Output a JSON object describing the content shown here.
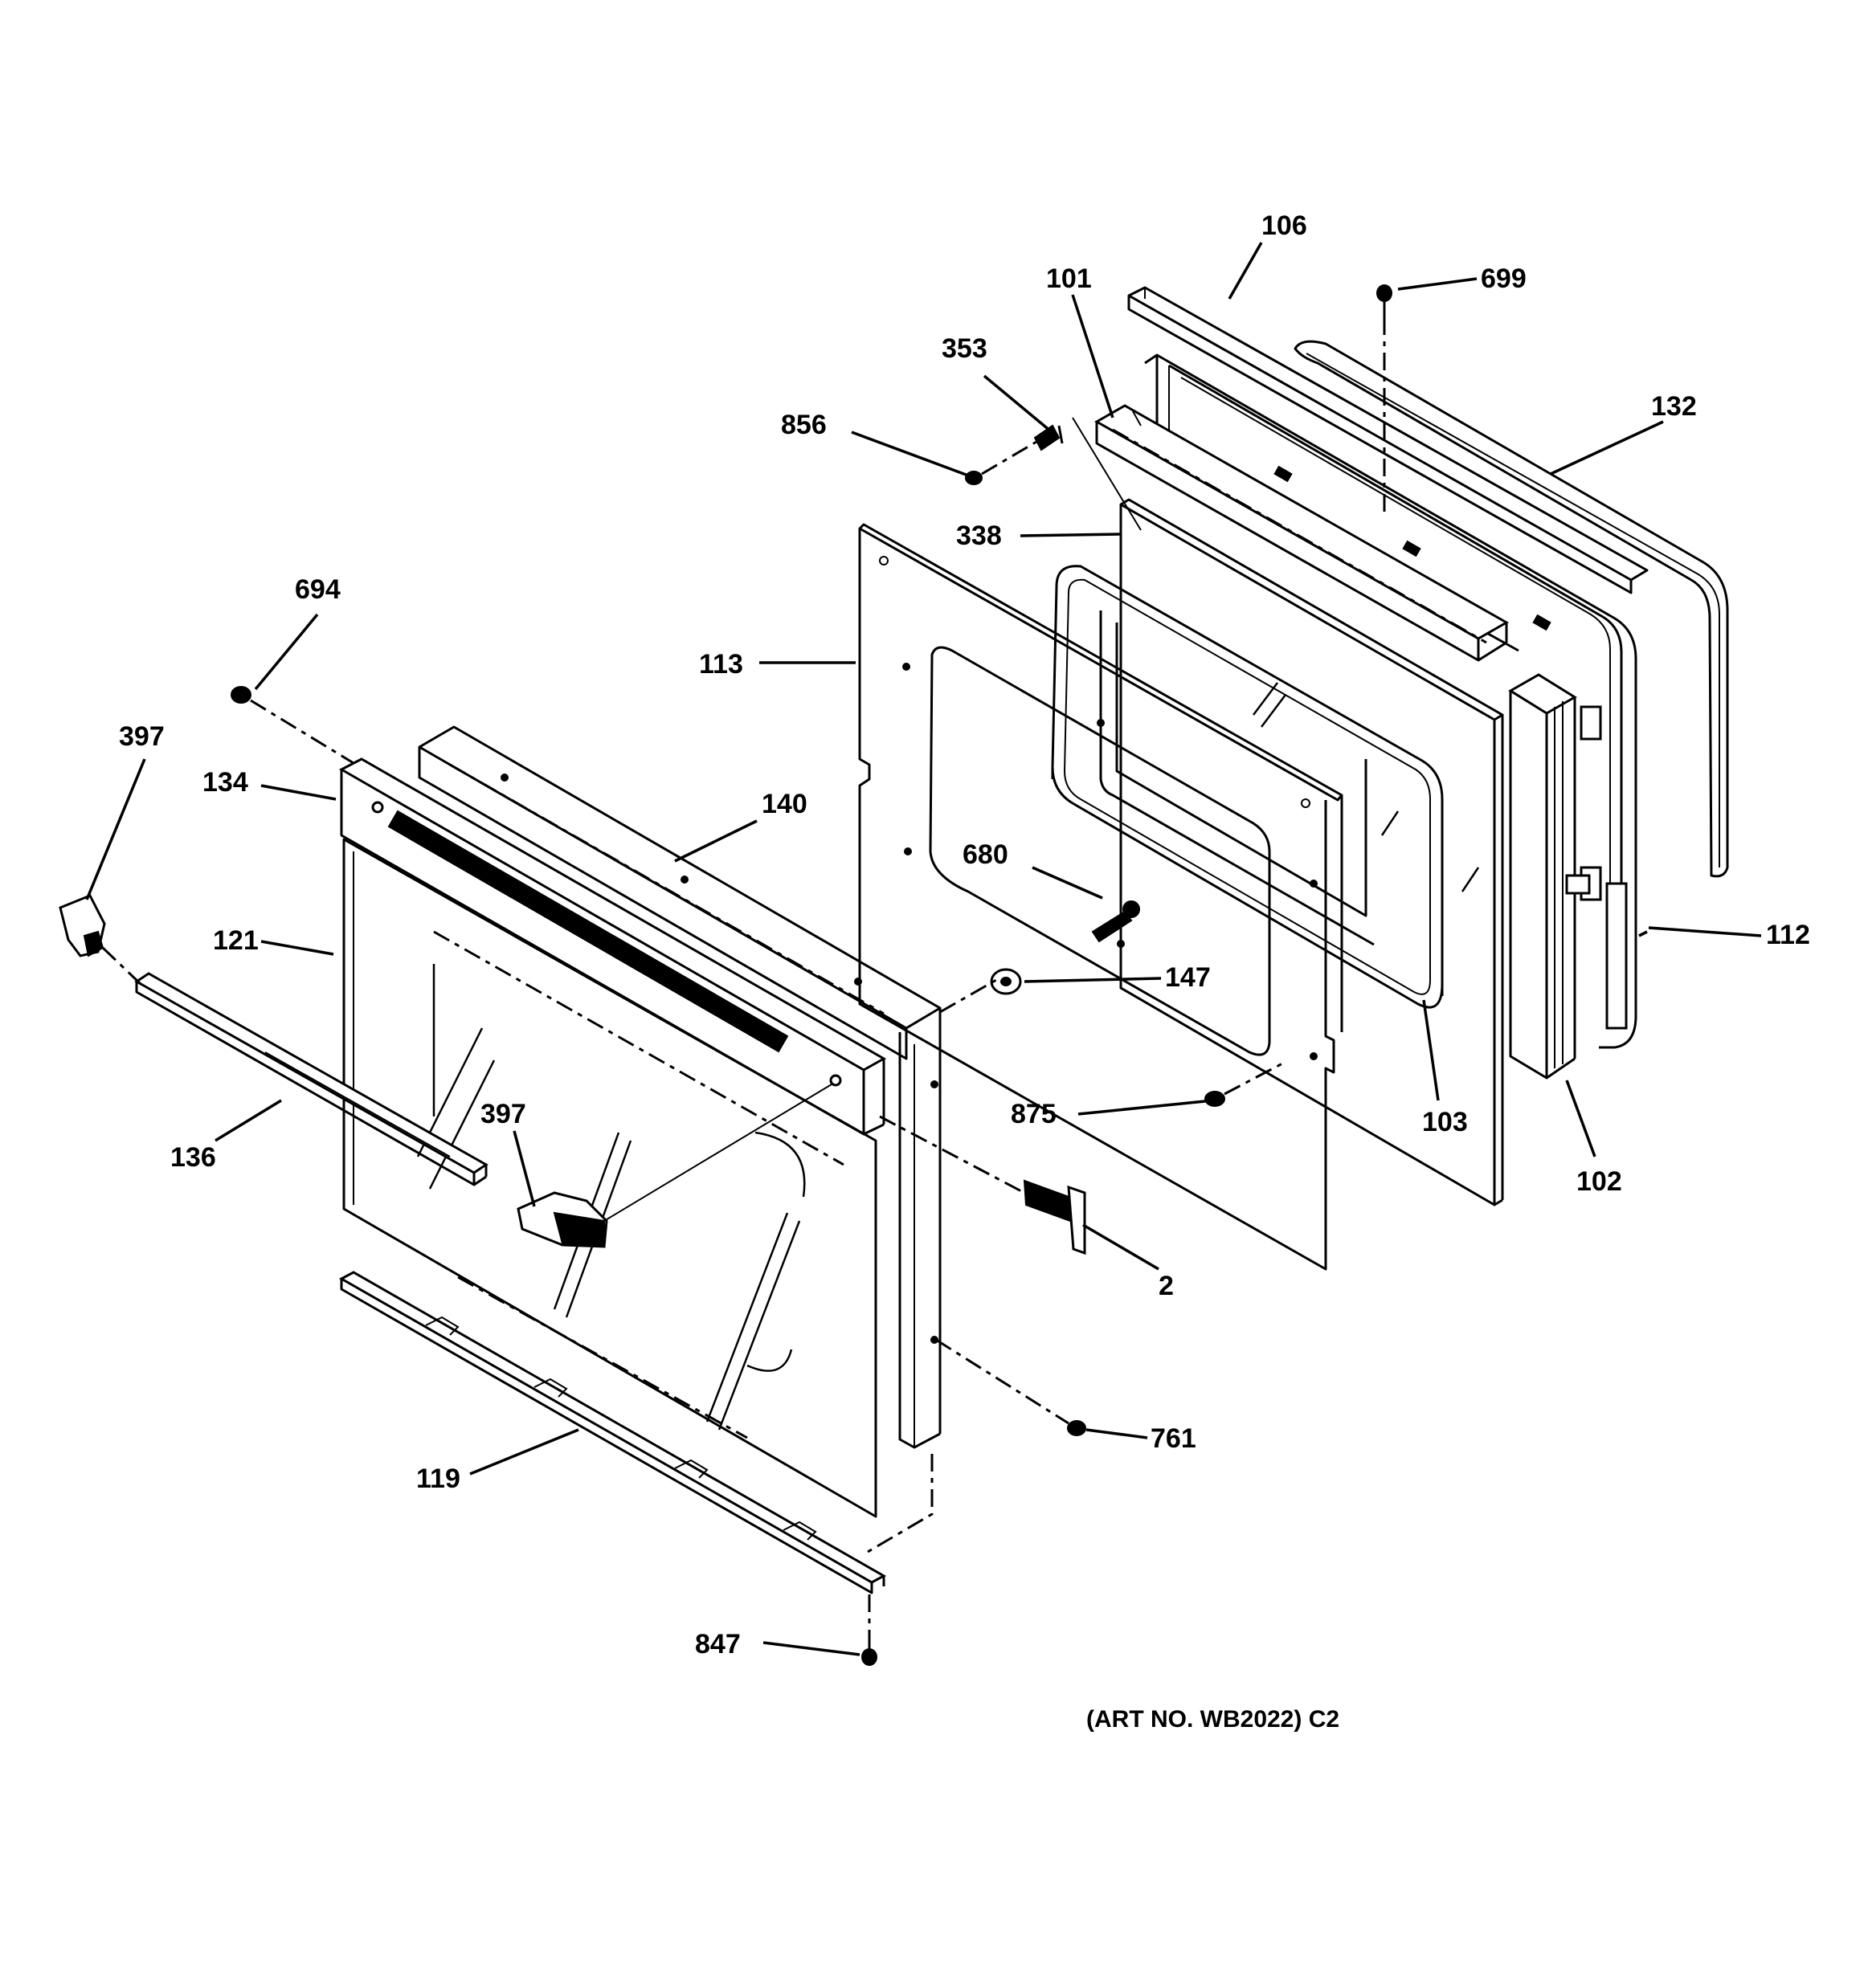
{
  "callouts": {
    "c106": "106",
    "c101": "101",
    "c699": "699",
    "c353": "353",
    "c132": "132",
    "c856": "856",
    "c338": "338",
    "c694": "694",
    "c113": "113",
    "c397a": "397",
    "c134": "134",
    "c140": "140",
    "c680": "680",
    "c121": "121",
    "c112": "112",
    "c147": "147",
    "c136": "136",
    "c397b": "397",
    "c875": "875",
    "c103": "103",
    "c102": "102",
    "c2": "2",
    "c761": "761",
    "c119": "119",
    "c847": "847"
  },
  "art_number": "(ART NO. WB2022) C2"
}
